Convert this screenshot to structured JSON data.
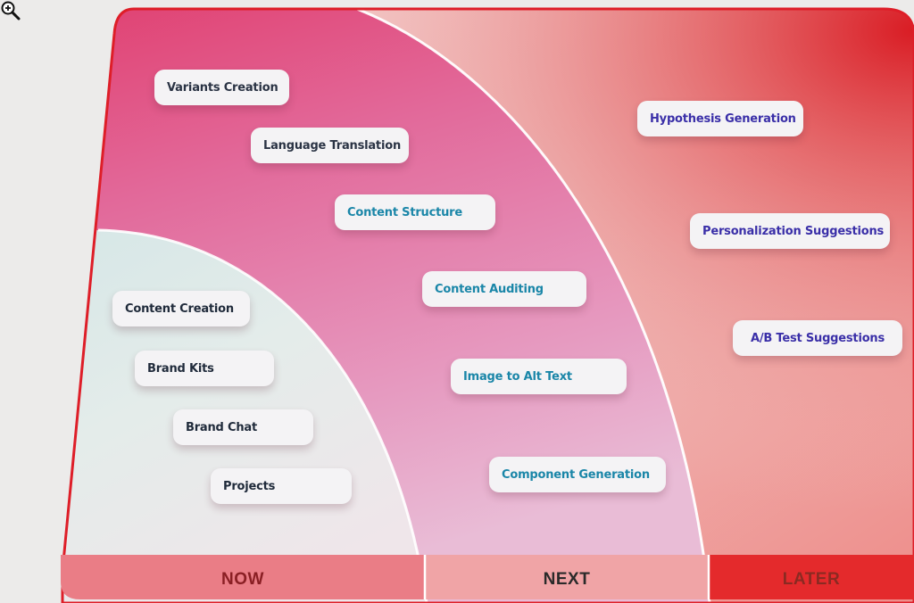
{
  "colors": {
    "background": "#ecebea",
    "frame_red": "#e0202c",
    "band_pink": "#e8848e",
    "band_red": "#e52a2c",
    "now_zone": "#e2ecea",
    "next_zone": "#e36a95",
    "later_zone": "#f2c7c5",
    "now_text": "#1f2a3a",
    "next_text": "#1a86a8",
    "later_text": "#3a2fa8",
    "label_now": "#8a1f24",
    "label_next": "#2a2a2a",
    "label_later": "#8a2a22"
  },
  "columns": [
    {
      "id": "now",
      "label": "NOW"
    },
    {
      "id": "next",
      "label": "NEXT"
    },
    {
      "id": "later",
      "label": "LATER"
    }
  ],
  "now_items": [
    {
      "label": "Content Creation"
    },
    {
      "label": "Brand Kits"
    },
    {
      "label": "Brand Chat"
    },
    {
      "label": "Projects"
    }
  ],
  "next_items": [
    {
      "label": "Variants Creation"
    },
    {
      "label": "Language Translation"
    },
    {
      "label": "Content Structure"
    },
    {
      "label": "Content Auditing"
    },
    {
      "label": "Image to Alt Text"
    },
    {
      "label": "Component Generation"
    }
  ],
  "later_items": [
    {
      "label": "Hypothesis Generation"
    },
    {
      "label": "Personalization Suggestions"
    },
    {
      "label": "A/B Test Suggestions"
    }
  ],
  "cursor": {
    "icon": "zoom-in-cursor-icon"
  }
}
